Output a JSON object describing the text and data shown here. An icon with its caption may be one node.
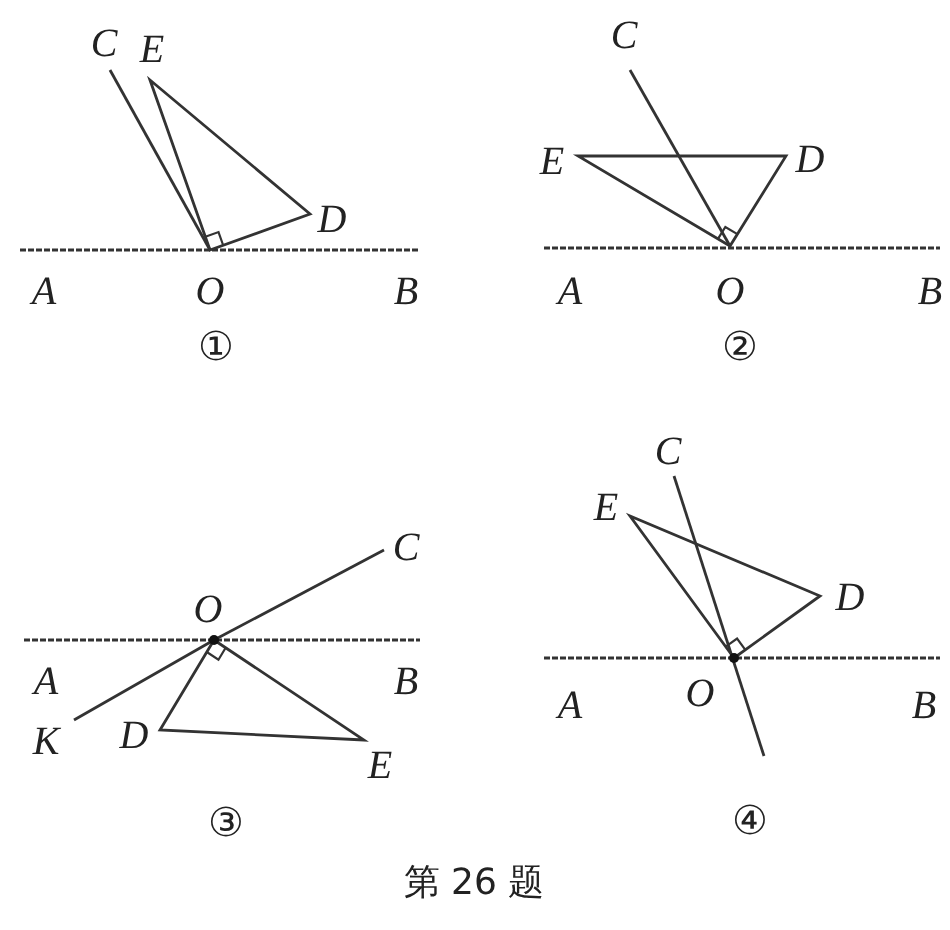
{
  "diagram": {
    "caption": "第 26 题",
    "labels": [
      "C",
      "E",
      "D",
      "A",
      "O",
      "B",
      "①",
      "C",
      "E",
      "D",
      "A",
      "O",
      "B",
      "②",
      "C",
      "O",
      "A",
      "B",
      "K",
      "D",
      "E",
      "③",
      "C",
      "E",
      "D",
      "A",
      "O",
      "B",
      "④"
    ]
  }
}
